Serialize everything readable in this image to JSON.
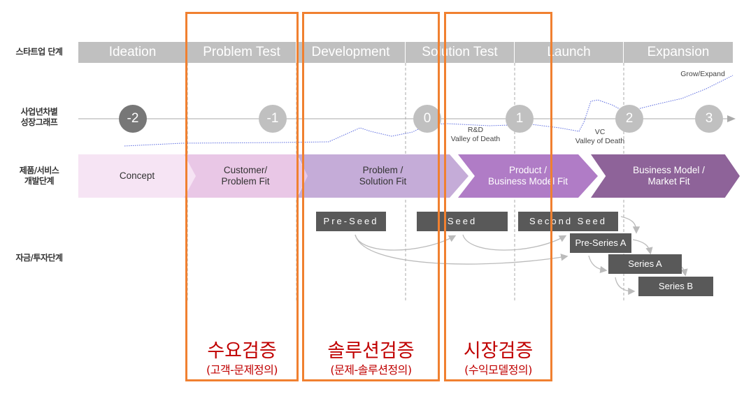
{
  "row_labels": {
    "stage": "스타트업 단계",
    "growth": [
      "사업년차별",
      "성장그래프"
    ],
    "product": [
      "제품/서비스",
      "개발단계"
    ],
    "funding": "자금/투자단계"
  },
  "stages": [
    "Ideation",
    "Problem Test",
    "Development",
    "Solution Test",
    "Launch",
    "Expansion"
  ],
  "years": [
    "-2",
    "-1",
    "0",
    "1",
    "2",
    "3"
  ],
  "growth_annotations": {
    "grow": "Grow/Expand",
    "rd_valley": [
      "R&D",
      "Valley of Death"
    ],
    "vc_valley": [
      "VC",
      "Valley of Death"
    ]
  },
  "product_phases": [
    {
      "label": [
        "Concept"
      ],
      "color": "#f6e4f4",
      "text_color": "#333333"
    },
    {
      "label": [
        "Customer/",
        "Problem Fit"
      ],
      "color": "#e9c7e6",
      "text_color": "#333333"
    },
    {
      "label": [
        "Problem /",
        "Solution Fit"
      ],
      "color": "#c5acd8",
      "text_color": "#333333"
    },
    {
      "label": [
        "Product /",
        "Business Model Fit"
      ],
      "color": "#b07cc6",
      "text_color": "#ffffff"
    },
    {
      "label": [
        "Business Model /",
        "Market Fit"
      ],
      "color": "#8e6399",
      "text_color": "#ffffff"
    }
  ],
  "funding": [
    "Pre-Seed",
    "Seed",
    "Second Seed",
    "Pre-Series A",
    "Series A",
    "Series B"
  ],
  "validation": [
    {
      "title": "수요검증",
      "subtitle": "(고객-문제정의)"
    },
    {
      "title": "솔루션검증",
      "subtitle": "(문제-솔루션정의)"
    },
    {
      "title": "시장검증",
      "subtitle": "(수익모델정의)"
    }
  ],
  "colors": {
    "highlight": "#f08030",
    "red_text": "#c00000",
    "stage_bar": "#c0c0c0",
    "funding_box": "#595959",
    "curve": "#5b6be0"
  }
}
